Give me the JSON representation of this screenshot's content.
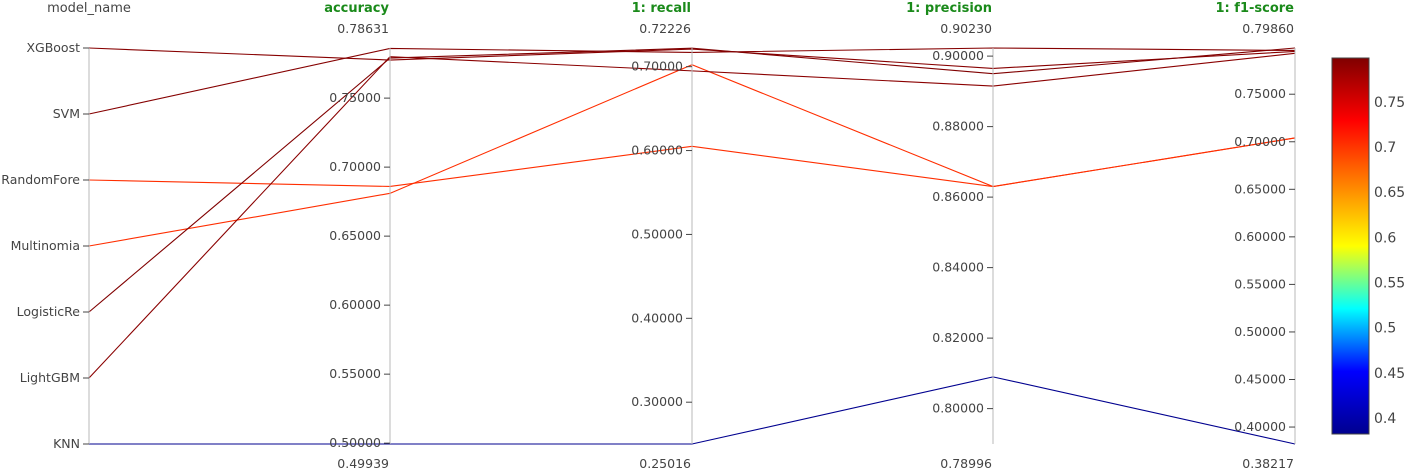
{
  "chart_data": {
    "type": "parallel_coordinates",
    "dimensions": [
      {
        "label": "model_name",
        "categorical": true,
        "categories": [
          "KNN",
          "LightGBM",
          "LogisticRe",
          "Multinomia",
          "RandomFore",
          "SVM",
          "XGBoost"
        ]
      },
      {
        "label": "accuracy",
        "range": [
          0.49939,
          0.78631
        ],
        "range_labels": [
          "0.49939",
          "0.78631"
        ],
        "ticks": [
          0.5,
          0.55,
          0.6,
          0.65,
          0.7,
          0.75
        ],
        "tick_labels": [
          "0.50000",
          "0.55000",
          "0.60000",
          "0.65000",
          "0.70000",
          "0.75000"
        ]
      },
      {
        "label": "1: recall",
        "range": [
          0.25016,
          0.72226
        ],
        "range_labels": [
          "0.25016",
          "0.72226"
        ],
        "ticks": [
          0.3,
          0.4,
          0.5,
          0.6,
          0.7
        ],
        "tick_labels": [
          "0.30000",
          "0.40000",
          "0.50000",
          "0.60000",
          "0.70000"
        ]
      },
      {
        "label": "1: precision",
        "range": [
          0.78996,
          0.9023
        ],
        "range_labels": [
          "0.78996",
          "0.90230"
        ],
        "ticks": [
          0.8,
          0.82,
          0.84,
          0.86,
          0.88,
          0.9
        ],
        "tick_labels": [
          "0.80000",
          "0.82000",
          "0.84000",
          "0.86000",
          "0.88000",
          "0.90000"
        ]
      },
      {
        "label": "1: f1-score",
        "range": [
          0.38217,
          0.7986
        ],
        "range_labels": [
          "0.38217",
          "0.79860"
        ],
        "ticks": [
          0.4,
          0.45,
          0.5,
          0.55,
          0.6,
          0.65,
          0.7,
          0.75
        ],
        "tick_labels": [
          "0.40000",
          "0.45000",
          "0.50000",
          "0.55000",
          "0.60000",
          "0.65000",
          "0.70000",
          "0.75000"
        ]
      }
    ],
    "records": [
      {
        "model_name": "XGBoost",
        "values": [
          0.7776,
          0.721,
          0.8965,
          0.795
        ],
        "color_value": 0.795
      },
      {
        "model_name": "SVM",
        "values": [
          0.786,
          0.717,
          0.9023,
          0.796
        ],
        "color_value": 0.796
      },
      {
        "model_name": "RandomFore",
        "values": [
          0.686,
          0.605,
          0.863,
          0.704
        ],
        "color_value": 0.704
      },
      {
        "model_name": "Multinomia",
        "values": [
          0.681,
          0.7023,
          0.863,
          0.704
        ],
        "color_value": 0.704
      },
      {
        "model_name": "LogisticRe",
        "values": [
          0.779,
          0.722,
          0.895,
          0.7986
        ],
        "color_value": 0.7986
      },
      {
        "model_name": "LightGBM",
        "values": [
          0.78,
          0.695,
          0.8915,
          0.793
        ],
        "color_value": 0.793
      },
      {
        "model_name": "KNN",
        "values": [
          0.49939,
          0.25016,
          0.809,
          0.38217
        ],
        "color_value": 0.38217
      }
    ],
    "colorbar": {
      "range": [
        0.38217,
        0.7986
      ],
      "ticks": [
        0.4,
        0.45,
        0.5,
        0.55,
        0.6,
        0.65,
        0.7,
        0.75
      ],
      "tick_labels": [
        "0.4",
        "0.45",
        "0.5",
        "0.55",
        "0.6",
        "0.65",
        "0.7",
        "0.75"
      ],
      "colorscale": [
        "#00008f",
        "#0000ff",
        "#00ffff",
        "#ffff00",
        "#ff8000",
        "#ff0000",
        "#800000"
      ]
    }
  }
}
